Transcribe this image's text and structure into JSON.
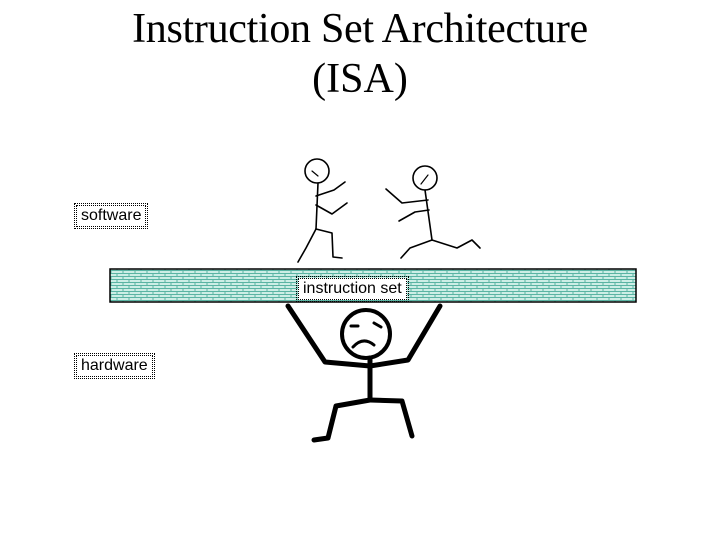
{
  "slide": {
    "title_line1": "Instruction Set Architecture",
    "title_line2": "(ISA)"
  },
  "labels": {
    "software": "software",
    "instruction_set": "instruction set",
    "hardware": "hardware"
  },
  "colors": {
    "brick_fill": "#cdeee6",
    "brick_line": "#5ab4a3",
    "stroke": "#000000",
    "background": "#ffffff"
  },
  "icons": {
    "software_people": "stick-figure-running",
    "hardware_person": "stick-figure-frowning"
  }
}
